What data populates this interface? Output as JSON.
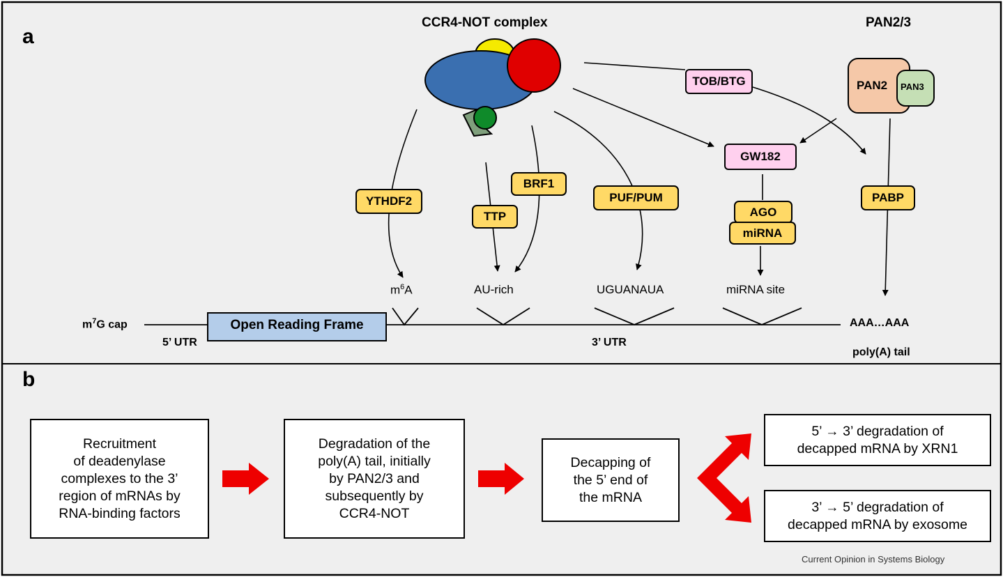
{
  "panel_a": {
    "letter": "a",
    "ccr4_title": "CCR4-NOT complex",
    "pan_title": "PAN2/3",
    "pan2": "PAN2",
    "pan3": "PAN3",
    "adaptors": {
      "tob": "TOB/BTG",
      "gw182": "GW182"
    },
    "factors": {
      "ythdf2": "YTHDF2",
      "ttp": "TTP",
      "brf1": "BRF1",
      "puf": "PUF/PUM",
      "ago": "AGO",
      "mirna": "miRNA",
      "pabp": "PABP"
    },
    "sites": {
      "m6a_base": "m",
      "m6a_sup": "6",
      "m6a_tail": "A",
      "au_rich": "AU-rich",
      "uguanaua": "UGUANAUA",
      "mirna_site": "miRNA site"
    },
    "mrna": {
      "cap_base": "m",
      "cap_sup": "7",
      "cap_tail": "G cap",
      "utr5": "5’ UTR",
      "orf": "Open Reading Frame",
      "utr3": "3’ UTR",
      "polya": "AAA…AAA",
      "polya_tail": "poly(A) tail"
    }
  },
  "panel_b": {
    "letter": "b",
    "step1": [
      "Recruitment",
      "of deadenylase",
      "complexes to the 3’",
      "region of mRNAs by",
      "RNA-binding factors"
    ],
    "step2": [
      "Degradation of the",
      "poly(A) tail, initially",
      "by PAN2/3 and",
      "subsequently by",
      "CCR4-NOT"
    ],
    "step3": [
      "Decapping of",
      "the 5’ end of",
      "the mRNA"
    ],
    "step4a": [
      "5’ → 3’ degradation of",
      "decapped mRNA by XRN1"
    ],
    "step4b": [
      "3’ → 5’ degradation of",
      "decapped mRNA by exosome"
    ]
  },
  "credit": "Current Opinion in Systems Biology",
  "colors": {
    "background": "#efefef",
    "factor_fill": "#ffd966",
    "adaptor_fill": "#ffd0ee",
    "orf_fill": "#b4cdea",
    "ccr4_body": "#3a6fb0",
    "ccr4_red": "#e00000",
    "ccr4_yellow": "#f5ea00",
    "ccr4_green": "#0f8a2a",
    "pan2_fill": "#f5c8a8",
    "pan3_fill": "#c5dfb5",
    "arrow_red": "#ee0000"
  }
}
